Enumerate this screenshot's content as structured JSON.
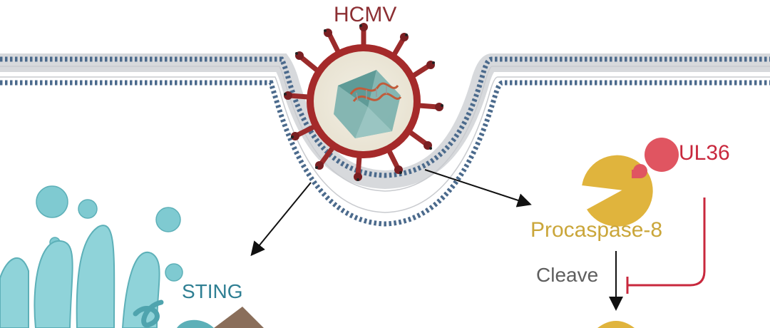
{
  "labels": {
    "virus": "HCMV",
    "inhibitor": "UL36",
    "zymogen": "Procaspase-8",
    "process": "Cleave",
    "sensor": "STING"
  },
  "colors": {
    "membrane_head": "#4b6a8c",
    "virus_dark": "#8c2f33",
    "virus_body": "#a52a2a",
    "capsid": "#6aa3a3",
    "golgi": "#7fcad1",
    "procaspase": "#e0b43d",
    "ul36": "#e05561",
    "inhibition_line": "#c8283d",
    "arrow": "#111111",
    "sting_text": "#2f7f93"
  },
  "icons": [
    "virus-icon",
    "membrane",
    "golgi-icon",
    "procaspase-icon",
    "ul36-icon"
  ]
}
